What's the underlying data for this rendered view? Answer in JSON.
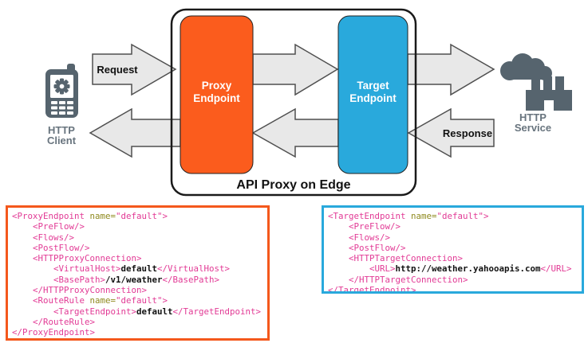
{
  "diagram": {
    "container_label": "API Proxy on Edge",
    "request_label": "Request",
    "response_label": "Response",
    "client": {
      "label_line1": "HTTP",
      "label_line2": "Client"
    },
    "service": {
      "label_line1": "HTTP",
      "label_line2": "Service"
    },
    "proxy_endpoint": {
      "line1": "Proxy",
      "line2": "Endpoint",
      "color": "#fb5c1d"
    },
    "target_endpoint": {
      "line1": "Target",
      "line2": "Endpoint",
      "color": "#29a9dc"
    },
    "colors": {
      "arrow_fill": "#e8e8e8",
      "arrow_stroke": "#4f4f4f",
      "icon_slate": "#56646e",
      "container_stroke": "#1a1a1a"
    }
  },
  "code_boxes": {
    "proxy": {
      "accent": "#f4581c",
      "lines": [
        [
          [
            "tag",
            "<ProxyEndpoint "
          ],
          [
            "attr",
            "name="
          ],
          [
            "str",
            "\"default\""
          ],
          [
            "tag",
            ">"
          ]
        ],
        [
          [
            "tag",
            "    <PreFlow/>"
          ]
        ],
        [
          [
            "tag",
            "    <Flows/>"
          ]
        ],
        [
          [
            "tag",
            "    <PostFlow/>"
          ]
        ],
        [
          [
            "tag",
            "    <HTTPProxyConnection>"
          ]
        ],
        [
          [
            "tag",
            "        <VirtualHost>"
          ],
          [
            "plain",
            "default"
          ],
          [
            "tag",
            "</VirtualHost>"
          ]
        ],
        [
          [
            "tag",
            "        <BasePath>"
          ],
          [
            "plain",
            "/v1/weather"
          ],
          [
            "tag",
            "</BasePath>"
          ]
        ],
        [
          [
            "tag",
            "    </HTTPProxyConnection>"
          ]
        ],
        [
          [
            "tag",
            "    <RouteRule "
          ],
          [
            "attr",
            "name="
          ],
          [
            "str",
            "\"default\""
          ],
          [
            "tag",
            ">"
          ]
        ],
        [
          [
            "tag",
            "        <TargetEndpoint>"
          ],
          [
            "plain",
            "default"
          ],
          [
            "tag",
            "</TargetEndpoint>"
          ]
        ],
        [
          [
            "tag",
            "    </RouteRule>"
          ]
        ],
        [
          [
            "tag",
            "</ProxyEndpoint>"
          ]
        ]
      ]
    },
    "target": {
      "accent": "#29a9dc",
      "lines": [
        [
          [
            "tag",
            "<TargetEndpoint "
          ],
          [
            "attr",
            "name="
          ],
          [
            "str",
            "\"default\""
          ],
          [
            "tag",
            ">"
          ]
        ],
        [
          [
            "tag",
            "    <PreFlow/>"
          ]
        ],
        [
          [
            "tag",
            "    <Flows/>"
          ]
        ],
        [
          [
            "tag",
            "    <PostFlow/>"
          ]
        ],
        [
          [
            "tag",
            "    <HTTPTargetConnection>"
          ]
        ],
        [
          [
            "tag",
            "        <URL>"
          ],
          [
            "plain",
            "http://weather.yahooapis.com"
          ],
          [
            "tag",
            "</URL>"
          ]
        ],
        [
          [
            "tag",
            "    </HTTPTargetConnection>"
          ]
        ],
        [
          [
            "tag",
            "</TargetEndpoint>"
          ]
        ]
      ]
    }
  }
}
